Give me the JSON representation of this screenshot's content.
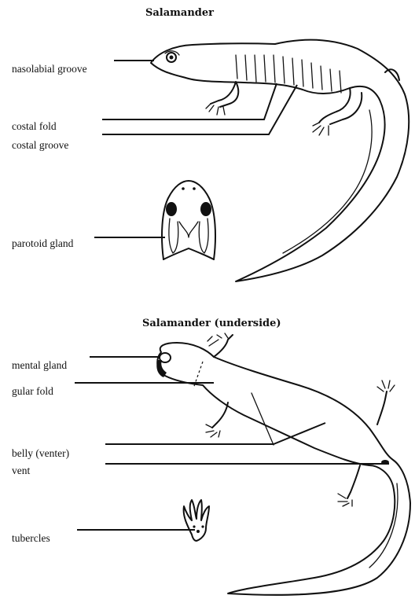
{
  "figures": [
    {
      "title": "Salamander",
      "labels": {
        "nasolabial_groove": "nasolabial groove",
        "costal_fold": "costal fold",
        "costal_groove": "costal groove",
        "parotoid_gland": "parotoid gland"
      }
    },
    {
      "title": "Salamander (underside)",
      "labels": {
        "mental_gland": "mental gland",
        "gular_fold": "gular fold",
        "belly_venter": "belly (venter)",
        "vent": "vent",
        "tubercles": "tubercles"
      }
    }
  ]
}
